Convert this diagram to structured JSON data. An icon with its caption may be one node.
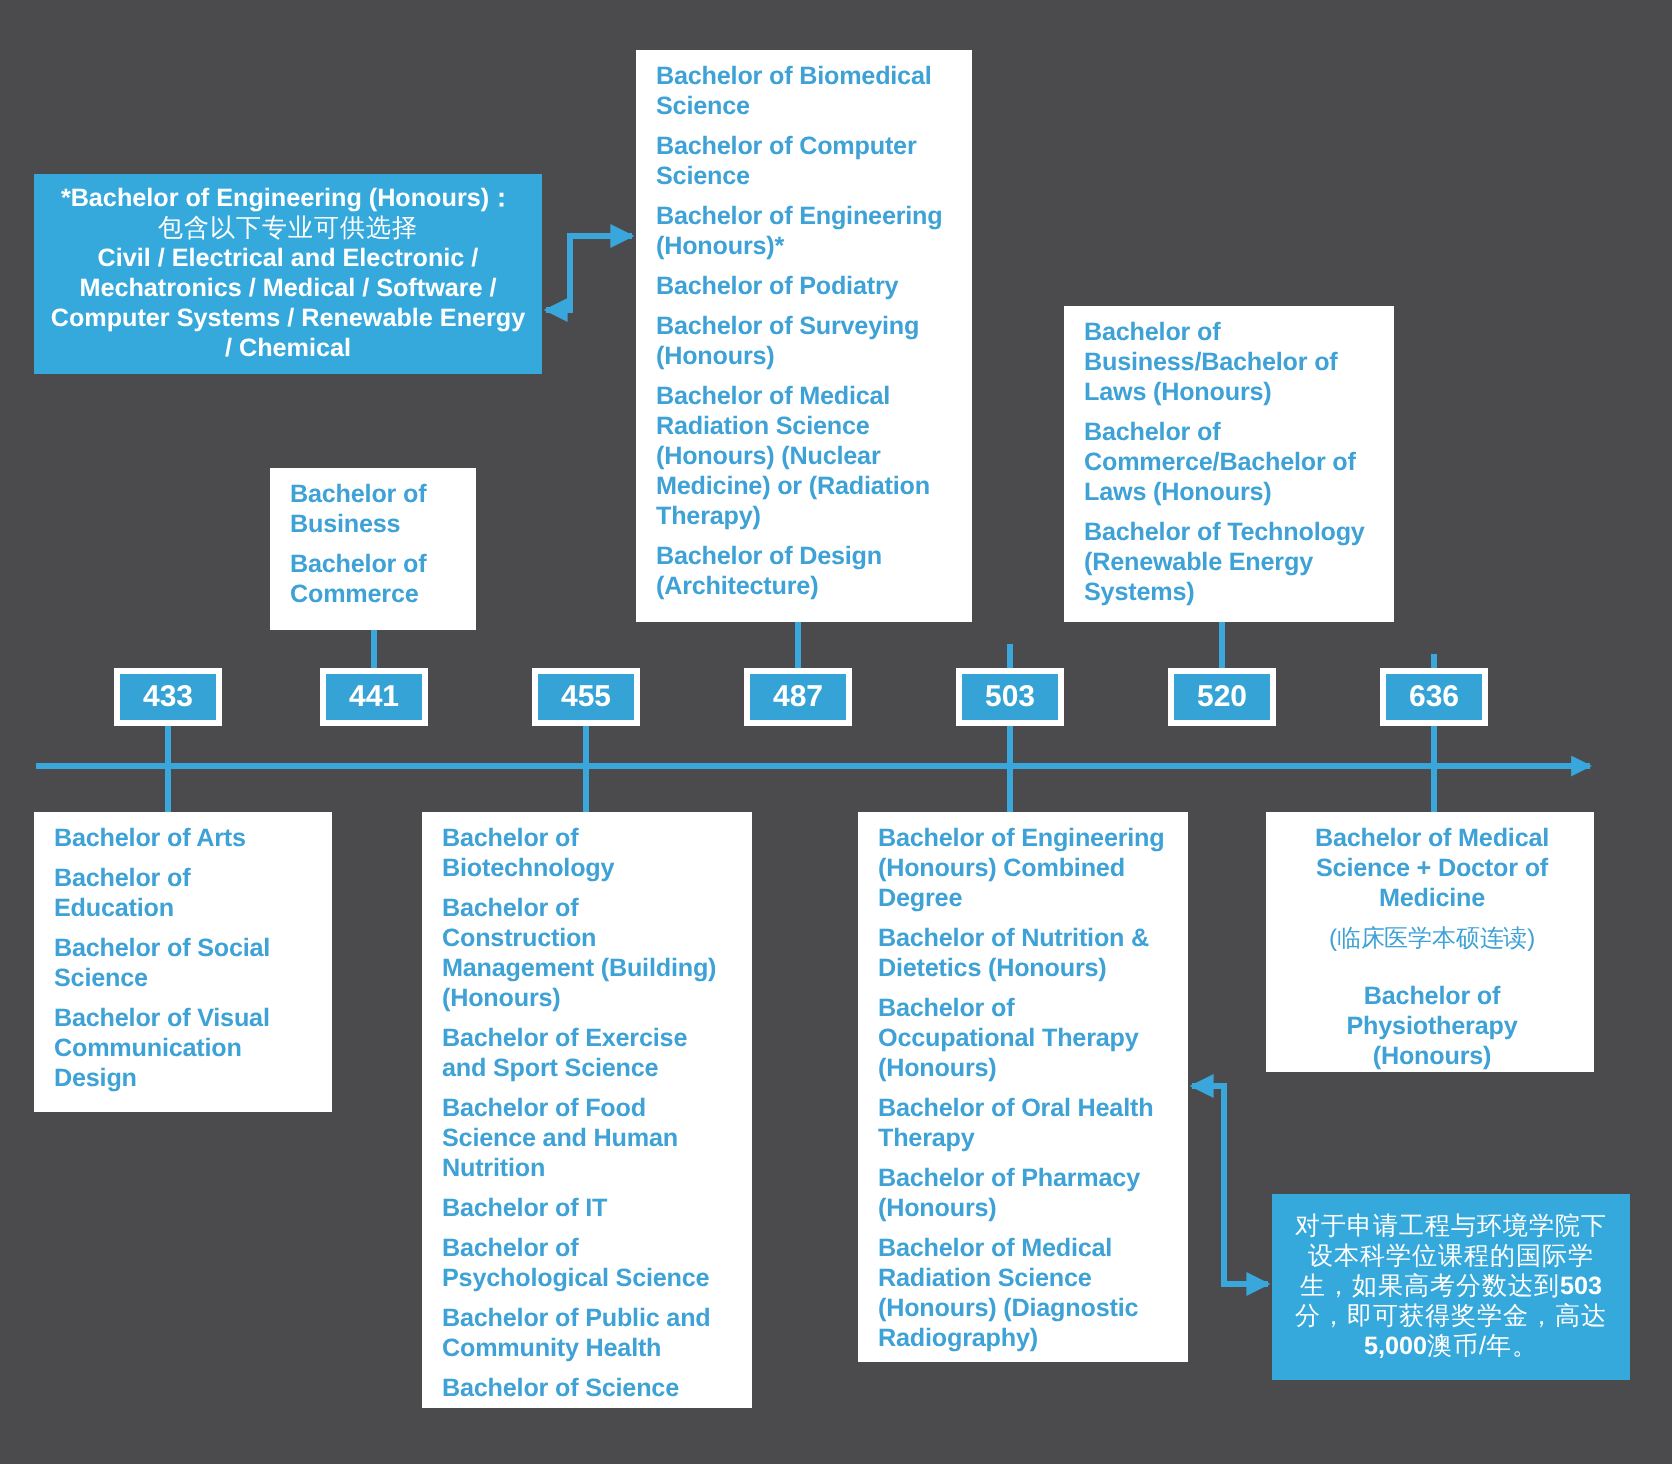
{
  "diagram": {
    "nodes": [
      {
        "text": [
          "*Bachelor of Engineering (Honours)：",
          "包含以下专业可供选择",
          "Civil / Electrical and Electronic / Mechatronics / Medical / Software / Computer Systems / Renewable Energy / Chemical"
        ]
      },
      {
        "text": [
          "Bachelor of Business",
          "Bachelor of Commerce"
        ]
      },
      {
        "text": [
          "Bachelor of Biomedical Science",
          "Bachelor of Computer Science",
          "Bachelor of Engineering (Honours)*",
          "Bachelor of Podiatry",
          "Bachelor of Surveying (Honours)",
          "Bachelor of Medical Radiation Science (Honours) (Nuclear Medicine) or (Radiation Therapy)",
          "Bachelor of Design (Architecture)"
        ]
      },
      {
        "text": [
          "Bachelor of Business/Bachelor of Laws (Honours)",
          "Bachelor of Commerce/Bachelor of Laws (Honours)",
          "Bachelor of Technology (Renewable Energy Systems)"
        ]
      },
      {
        "text": [
          "433"
        ]
      },
      {
        "text": [
          "441"
        ]
      },
      {
        "text": [
          "455"
        ]
      },
      {
        "text": [
          "487"
        ]
      },
      {
        "text": [
          "503"
        ]
      },
      {
        "text": [
          "520"
        ]
      },
      {
        "text": [
          "636"
        ]
      },
      {
        "text": [
          "Bachelor of Arts",
          "Bachelor of Education",
          "Bachelor of Social Science",
          "Bachelor of Visual Communication Design"
        ]
      },
      {
        "text": [
          "Bachelor of Biotechnology",
          "Bachelor of Construction Management (Building) (Honours)",
          "Bachelor of Exercise and Sport Science",
          "Bachelor of Food Science and Human Nutrition",
          "Bachelor of IT",
          "Bachelor of Psychological Science",
          "Bachelor of Public and Community Health",
          "Bachelor of Science"
        ]
      },
      {
        "text": [
          "Bachelor of Engineering (Honours) Combined Degree",
          "Bachelor of Nutrition & Dietetics (Honours)",
          "Bachelor of Occupational Therapy (Honours)",
          "Bachelor of Oral Health Therapy",
          "Bachelor of Pharmacy (Honours)",
          "Bachelor of Medical Radiation Science (Honours) (Diagnostic Radiography)"
        ]
      },
      {
        "text": [
          "Bachelor of Medical Science + Doctor of Medicine",
          "(临床医学本硕连读)",
          "Bachelor of Physiotherapy (Honours)"
        ]
      },
      {
        "text": [
          "对于申请工程与环境学院下设本科学位课程的国际学生，如果高考分数达到**503**分，即可获得奖学金，高达**5,000**澳币/年。"
        ]
      }
    ],
    "edges": [
      {
        "from": 0,
        "to": 2,
        "arrow": "both"
      },
      {
        "from": 1,
        "to": 5,
        "arrow": "none"
      },
      {
        "from": 2,
        "to": 7,
        "arrow": "none"
      },
      {
        "from": 3,
        "to": 9,
        "arrow": "none"
      },
      {
        "from": 4,
        "to": 11,
        "arrow": "none"
      },
      {
        "from": 6,
        "to": 12,
        "arrow": "none"
      },
      {
        "from": 8,
        "to": 13,
        "arrow": "none"
      },
      {
        "from": 10,
        "to": 14,
        "arrow": "none"
      },
      {
        "from": 13,
        "to": 15,
        "arrow": "both"
      }
    ]
  }
}
